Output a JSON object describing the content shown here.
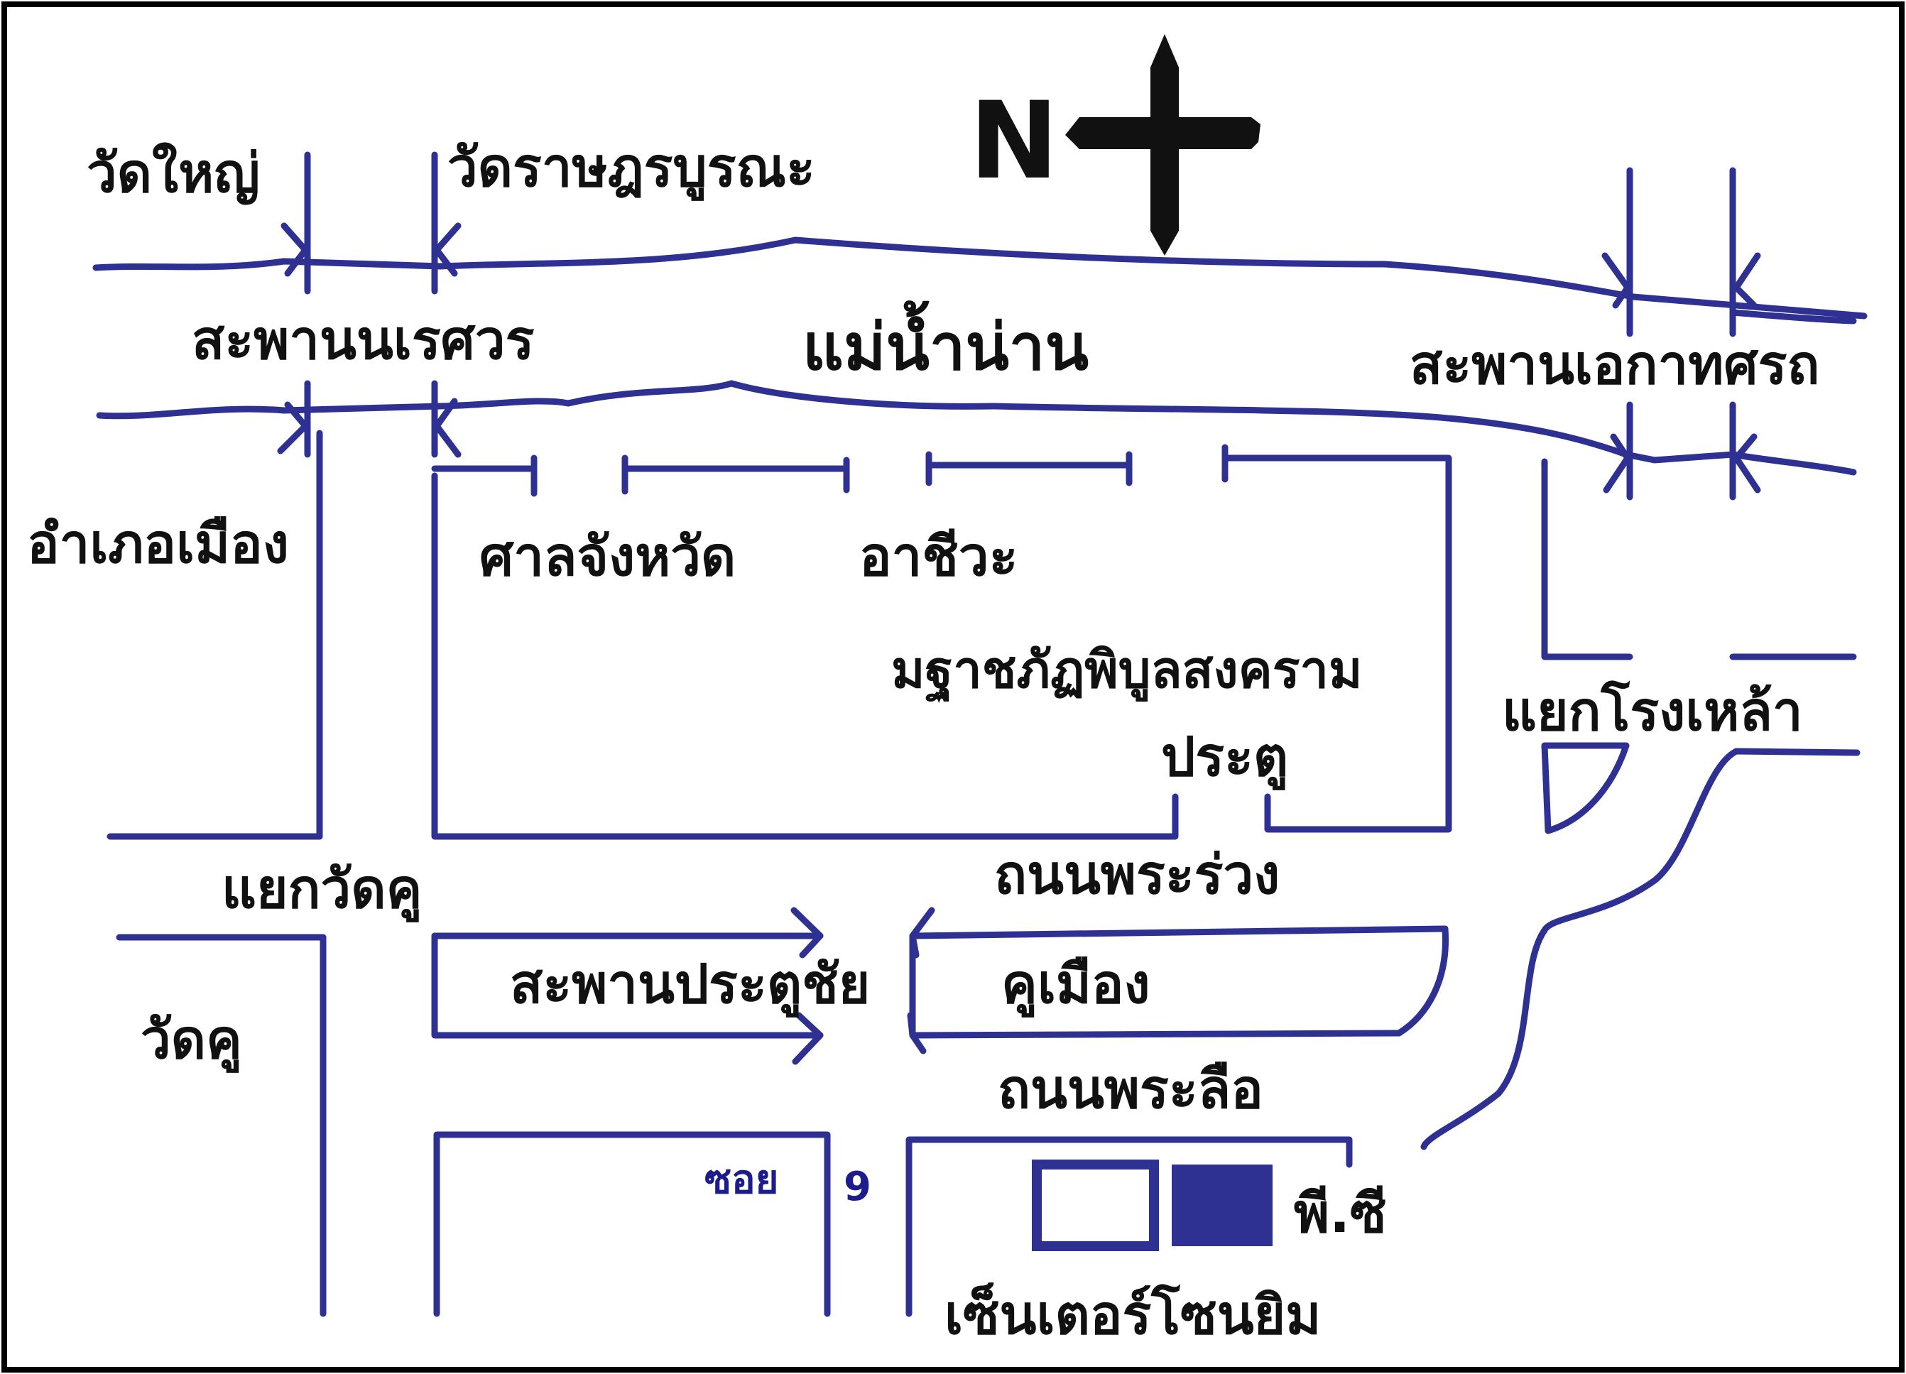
{
  "compass": {
    "north_label": "N",
    "icon": "compass-cross-icon"
  },
  "colors": {
    "road": "#2e3192",
    "text": "#111111",
    "frame": "#000000",
    "building_fill": "#2e3192"
  },
  "labels": {
    "wat_yai": "วัดใหญ่",
    "wat_ratburana": "วัดราษฎรบูรณะ",
    "saphan_naresuan": "สะพานนเรศวร",
    "mae_nam_nan": "แม่น้ำน่าน",
    "saphan_ekathotsarot": "สะพานเอกาทศรถ",
    "amphoe_mueang": "อำเภอเมือง",
    "san_changwat": "ศาลจังหวัด",
    "achiwa": "อาชีวะ",
    "university": "มฐาชภัฏพิบูลสงคราม",
    "pratu": "ประตู",
    "yaek_rong_lao": "แยกโรงเหล้า",
    "yaek_wat_khu": "แยกวัดคู",
    "thanon_phra_ruang": "ถนนพระร่วง",
    "saphan_pratu_chai": "สะพานประตูชัย",
    "khu_mueang": "คูเมือง",
    "wat_khu": "วัดคู",
    "thanon_phra_lue": "ถนนพระลือ",
    "soi": "ซอย",
    "soi_number": "9",
    "pc": "พี.ซี",
    "center_zone_gym": "เซ็นเตอร์โซนยิม"
  }
}
